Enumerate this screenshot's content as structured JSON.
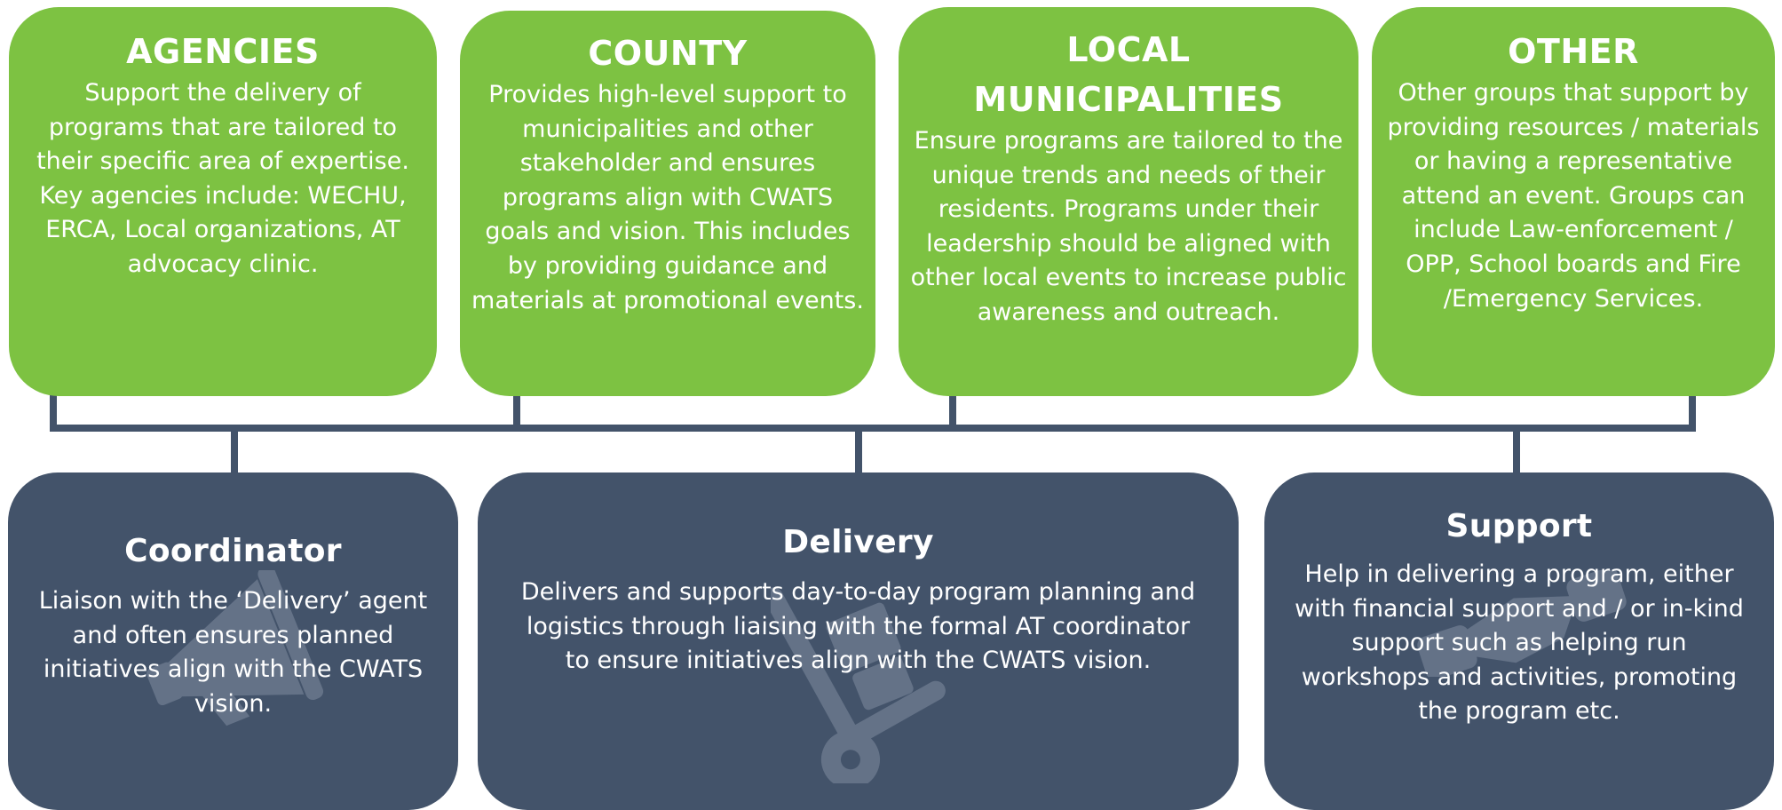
{
  "colors": {
    "green": "#7dc242",
    "navy": "#43536a",
    "connector": "#43536a",
    "text": "#ffffff"
  },
  "top_boxes": [
    {
      "title": "AGENCIES",
      "body": "Support the delivery of programs that are tailored to their specific area of expertise. Key agencies include: WECHU, ERCA, Local organizations, AT advocacy clinic."
    },
    {
      "title": "COUNTY",
      "body": "Provides high-level support to municipalities and other stakeholder and ensures programs align with CWATS goals and vision. This includes by providing guidance and materials at promotional events."
    },
    {
      "title": "LOCAL MUNICIPALITIES",
      "body": "Ensure programs are tailored to the unique trends and needs of their residents. Programs under their leadership should be aligned with other local events to increase public awareness and outreach."
    },
    {
      "title": "OTHER",
      "body": "Other groups that support by providing resources / materials or having a representative attend an event. Groups can include Law-enforcement / OPP, School boards and Fire /Emergency Services."
    }
  ],
  "bottom_boxes": [
    {
      "title": "Coordinator",
      "body": "Liaison with the ‘Delivery’ agent and often ensures planned initiatives align with the CWATS vision.",
      "icon": "megaphone-icon"
    },
    {
      "title": "Delivery",
      "body": "Delivers and supports day-to-day program planning and logistics through liaising with the formal AT coordinator to ensure initiatives align with the CWATS vision.",
      "icon": "dolly-icon"
    },
    {
      "title": "Support",
      "body": "Help in delivering a program, either with financial support and / or in-kind support such as helping run workshops and activities, promoting the program etc.",
      "icon": "handshake-icon"
    }
  ]
}
